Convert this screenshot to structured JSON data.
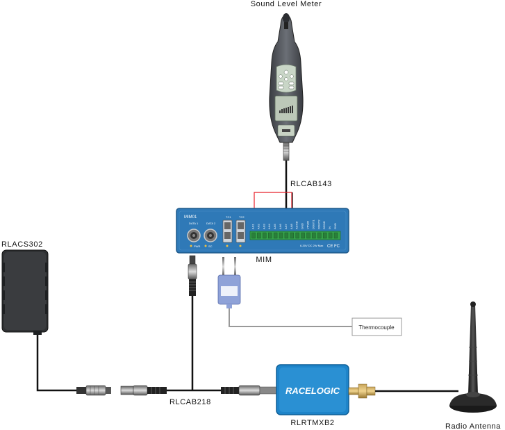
{
  "labels": {
    "sound_level_meter": "Sound Level Meter",
    "rlcab143": "RLCAB143",
    "mim": "MIM",
    "rlacs302": "RLACS302",
    "thermocouple": "Thermocouple",
    "rlcab218": "RLCAB218",
    "rlrtmxb2": "RLRTMXB2",
    "radio_antenna": "Radio Antenna"
  },
  "mim_panel": {
    "model": "MIM01",
    "data1": "DATA 1",
    "data2": "DATA 2",
    "tc1": "TC1",
    "tc2": "TC2",
    "pwr": "PWR",
    "sc": "SC",
    "voltage": "6-30V DC 2W Max",
    "ce_fc": "CE FC",
    "pins": [
      "AN1",
      "AN2",
      "AN3",
      "AN4",
      "AN5",
      "AN6",
      "AN7",
      "AN8",
      "AGND",
      "GND",
      "VPWR",
      "DOUT1",
      "DOUT2",
      "DGND",
      "IN",
      "GND"
    ]
  },
  "racelogic_logo": "RACELOGIC",
  "colors": {
    "mim_blue": "#2f79b7",
    "racelogic_blue": "#1e84c9",
    "terminal_green": "#36a24a",
    "red_wire": "#e8202a",
    "cable": "#111111",
    "thermo_wire": "#999999",
    "thermo_plug": "#8fa2d8"
  }
}
